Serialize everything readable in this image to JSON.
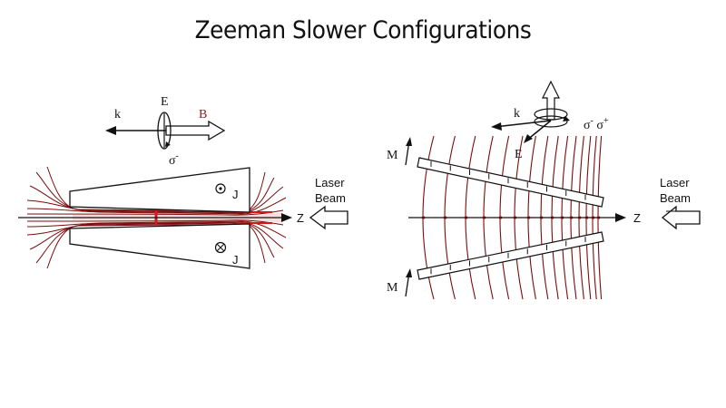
{
  "title": "Zeeman Slower Configurations",
  "colors": {
    "field_line": "#7a0c0c",
    "axis_highlight": "#d11a1a",
    "B_label": "#a31515",
    "ink": "#111111"
  },
  "left": {
    "k_label": "k",
    "E_label": "E",
    "B_label": "B",
    "sigma_label": "σ",
    "sigma_sup": "-",
    "J_top": "J",
    "J_bottom": "J",
    "z_label": "Z",
    "laser_line1": "Laser",
    "laser_line2": "Beam"
  },
  "right": {
    "k_label": "k",
    "E_label": "E",
    "sigma_label1": "σ",
    "sigma_sup1": "-",
    "sigma_label2": "σ",
    "sigma_sup2": "+",
    "M_top": "M",
    "M_bottom": "M",
    "z_label": "Z",
    "laser_line1": "Laser",
    "laser_line2": "Beam"
  },
  "icons": [
    "arrow-k-icon",
    "polarization-ellipse-icon",
    "dot-current-icon",
    "cross-current-icon",
    "laser-arrow-icon",
    "circular-polarization-icon"
  ]
}
